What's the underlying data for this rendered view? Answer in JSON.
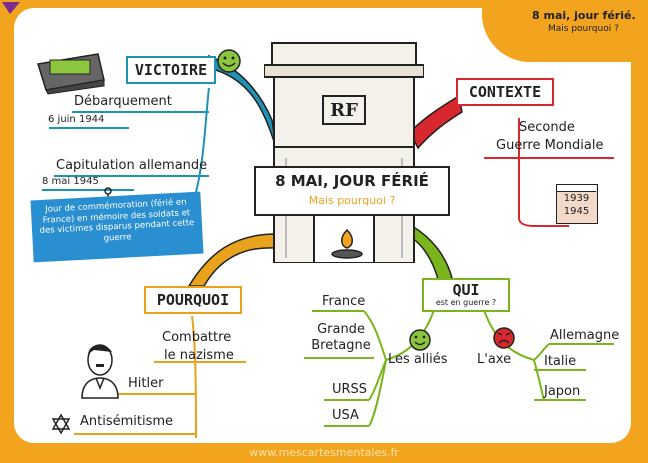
{
  "header": {
    "title": "8 mai, jour férié.",
    "subtitle": "Mais pourquoi ?"
  },
  "center": {
    "title": "8 MAI, JOUR FÉRIÉ",
    "subtitle": "Mais pourquoi ?",
    "monument_plaque": "RF"
  },
  "victoire": {
    "label": "VICTOIRE",
    "items": [
      {
        "text": "Débarquement",
        "date": "6 juin 1944"
      },
      {
        "text": "Capitulation allemande",
        "date": "8 mai 1945"
      }
    ],
    "note": "Jour de commémoration (férié en France) en mémoire des soldats et des victimes disparus pendant cette guerre"
  },
  "contexte": {
    "label": "CONTEXTE",
    "text_line1": "Seconde",
    "text_line2": "Guerre Mondiale",
    "years_line1": "1939",
    "years_line2": "1945"
  },
  "pourquoi": {
    "label": "POURQUOI",
    "text_line1": "Combattre",
    "text_line2": "le nazisme",
    "items": [
      "Hitler",
      "Antisémitisme"
    ]
  },
  "qui": {
    "label": "QUI",
    "sublabel": "est en guerre ?",
    "allies": {
      "label": "Les alliés",
      "members": [
        "France",
        "Grande Bretagne",
        "URSS",
        "USA"
      ]
    },
    "axe": {
      "label": "L'axe",
      "members": [
        "Allemagne",
        "Italie",
        "Japon"
      ]
    }
  },
  "footer": {
    "site": "www.mescartesmentales.fr"
  },
  "colors": {
    "frame": "#f2a41f",
    "victoire": "#1f93b5",
    "contexte": "#d9272e",
    "pourquoi": "#e8a21b",
    "qui": "#7ab51d",
    "note_bg": "#2a8fd0"
  }
}
